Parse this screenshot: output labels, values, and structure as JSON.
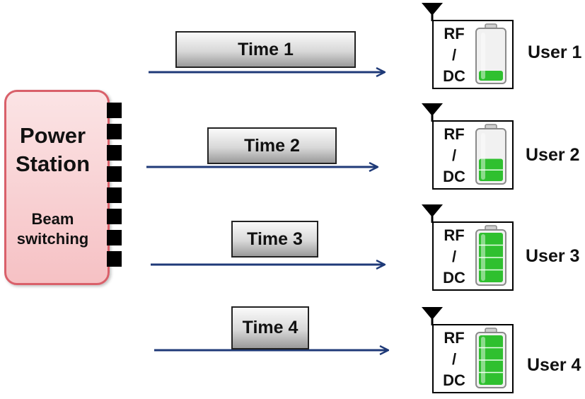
{
  "station": {
    "title_line1": "Power",
    "title_line2": "Station",
    "sub_line1": "Beam",
    "sub_line2": "switching"
  },
  "device_text": {
    "rf": "RF",
    "slash": "/",
    "dc": "DC"
  },
  "colors": {
    "arrow": "#1f3a78",
    "battery_fill": "#2fc02f",
    "station_border": "#d9606a"
  },
  "slots": [
    {
      "time_label": "Time 1",
      "user_label": "User 1",
      "battery_level": 0.2
    },
    {
      "time_label": "Time 2",
      "user_label": "User 2",
      "battery_level": 0.45
    },
    {
      "time_label": "Time 3",
      "user_label": "User 3",
      "battery_level": 1.0
    },
    {
      "time_label": "Time 4",
      "user_label": "User 4",
      "battery_level": 1.0
    }
  ]
}
